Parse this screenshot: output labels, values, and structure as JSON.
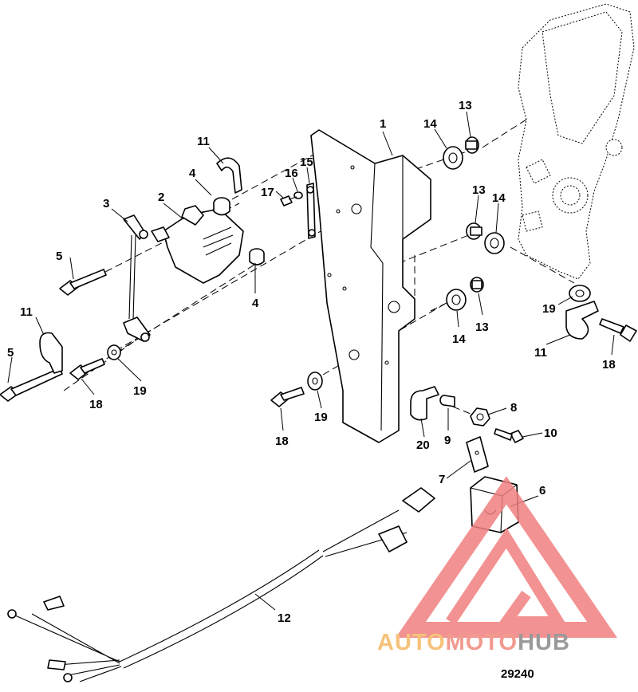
{
  "callouts": {
    "c1": "1",
    "c2": "2",
    "c3": "3",
    "c4a": "4",
    "c4b": "4",
    "c5a": "5",
    "c5b": "5",
    "c6": "6",
    "c7": "7",
    "c8": "8",
    "c9": "9",
    "c10": "10",
    "c11a": "11",
    "c11b": "11",
    "c11c": "11",
    "c12": "12",
    "c13a": "13",
    "c13b": "13",
    "c13c": "13",
    "c14a": "14",
    "c14b": "14",
    "c14c": "14",
    "c15": "15",
    "c16": "16",
    "c17": "17",
    "c18a": "18",
    "c18b": "18",
    "c18c": "18",
    "c19a": "19",
    "c19b": "19",
    "c19c": "19",
    "c20": "20"
  },
  "figure_id": "29240",
  "watermark": {
    "part1": "AUTO",
    "part2": "MOTO",
    "part3": "HUB",
    "color1": "#f6c27a",
    "color2": "#f29a8f",
    "color3": "#9a9a9a",
    "logo_color": "#f07f7f"
  }
}
